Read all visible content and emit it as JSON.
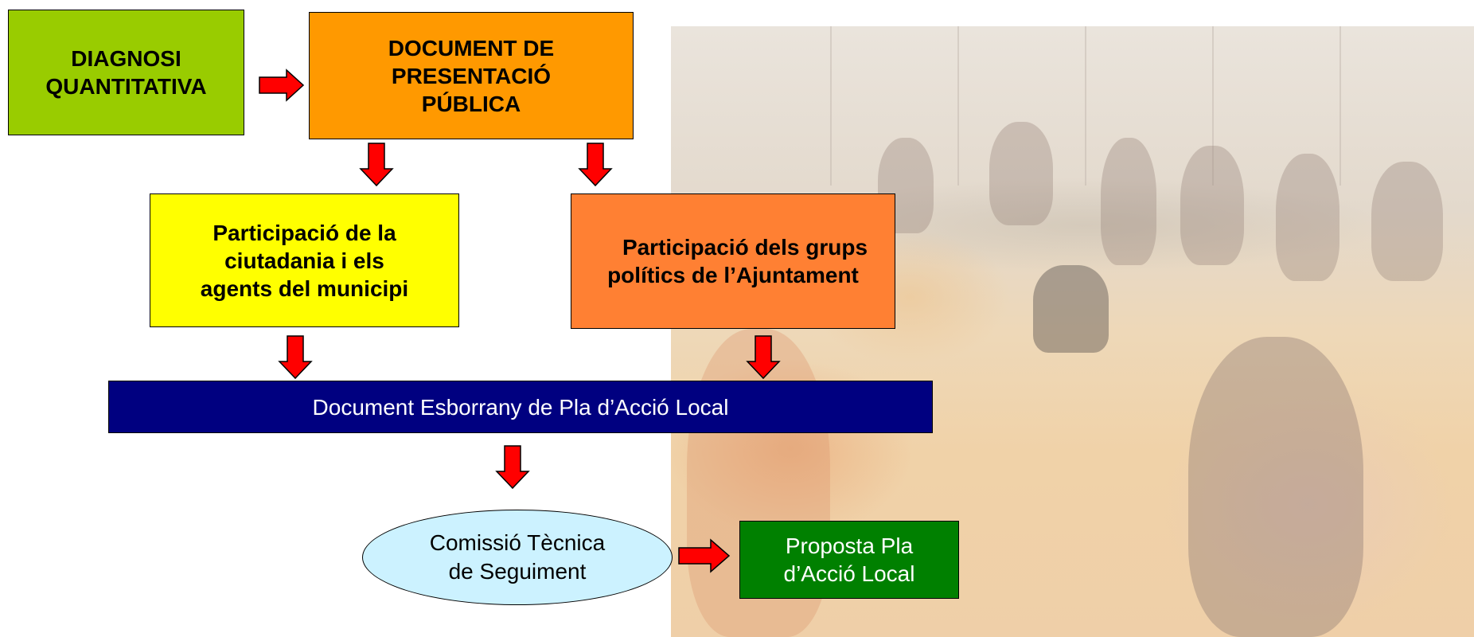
{
  "boxes": {
    "diagnosi": "DIAGNOSI QUANTITATIVA",
    "document_line1": "DOCUMENT DE",
    "document_line2": "PRESENTACIÓ",
    "document_line3": "PÚBLICA",
    "ciutadania_line1": "Participació de la",
    "ciutadania_line2": "ciutadania i els",
    "ciutadania_line3": "agents del municipi",
    "grups_line1": "Participació dels grups",
    "grups_line2": "polítics de l’Ajuntament",
    "esborrany": "Document Esborrany de Pla d’Acció Local",
    "comissio_line1": "Comissió Tècnica",
    "comissio_line2": "de Seguiment",
    "proposta_line1": "Proposta Pla",
    "proposta_line2": "d’Acció Local"
  },
  "colors": {
    "diagnosi": "#99cc00",
    "document": "#ff9900",
    "ciutadania": "#ffff00",
    "grups": "#ff8033",
    "esborrany": "#000080",
    "comissio": "#ccf2ff",
    "proposta": "#008000",
    "arrow_fill": "#ff0000"
  }
}
